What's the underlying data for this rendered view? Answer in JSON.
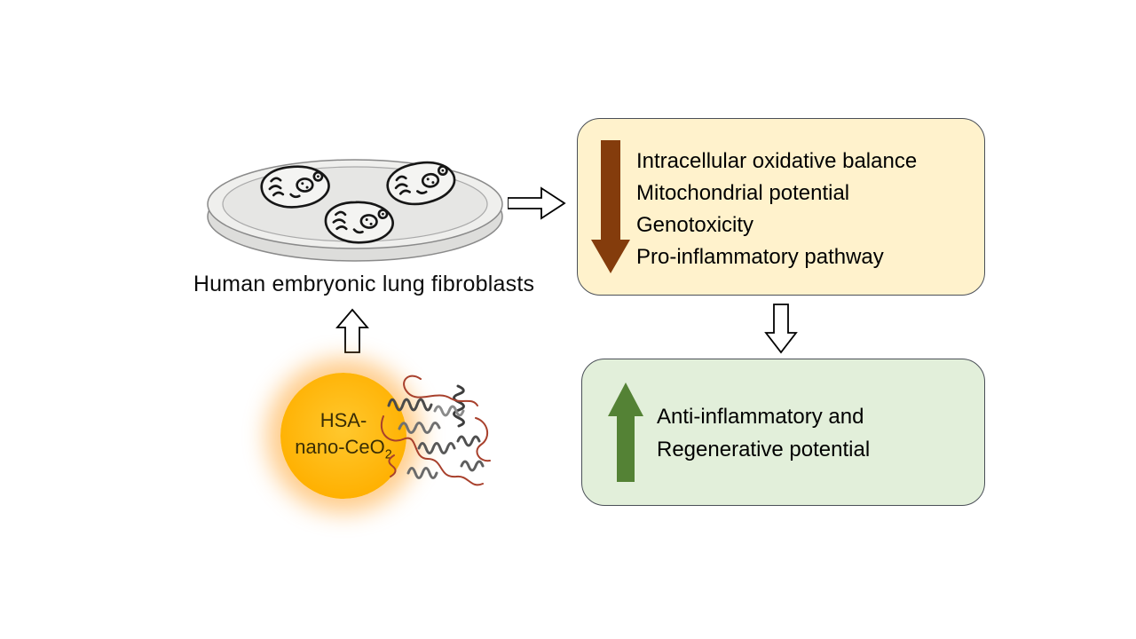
{
  "diagram": {
    "petri": {
      "label": "Human embryonic lung fibroblasts",
      "cell_count": 3
    },
    "nanoparticle": {
      "line1": "HSA-",
      "line2": "nano-CeO",
      "subscript": "2"
    },
    "effects_box": {
      "trend": "decrease",
      "lines": [
        "Intracellular oxidative balance",
        "Mitochondrial potential",
        "Genotoxicity",
        "Pro-inflammatory pathway"
      ]
    },
    "outcome_box": {
      "trend": "increase",
      "lines": [
        "Anti-inflammatory and",
        "Regenerative potential"
      ]
    },
    "colors": {
      "effects_box_fill": "#FFF2CC",
      "outcome_box_fill": "#E2EFDA",
      "box_border": "#4a4f57",
      "decrease_arrow": "#843C0C",
      "increase_arrow": "#548235",
      "nanoparticle_fill": "#FFB000",
      "nanoparticle_glow": "#FF9100"
    }
  }
}
